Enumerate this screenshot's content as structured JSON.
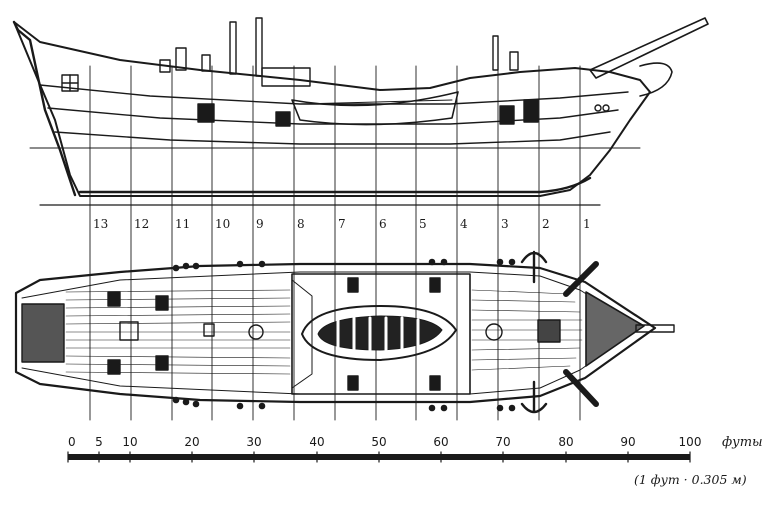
{
  "stations": [
    "13",
    "12",
    "11",
    "10",
    "9",
    "8",
    "7",
    "6",
    "5",
    "4",
    "3",
    "2",
    "1"
  ],
  "scale": {
    "ticks": [
      "0",
      "5",
      "10",
      "20",
      "30",
      "40",
      "50",
      "60",
      "70",
      "80",
      "90",
      "100"
    ],
    "unit": "футы",
    "conversion": "(1 фут · 0.305 м)"
  },
  "colors": {
    "ink": "#1a1a1a",
    "paper": "#ffffff"
  }
}
